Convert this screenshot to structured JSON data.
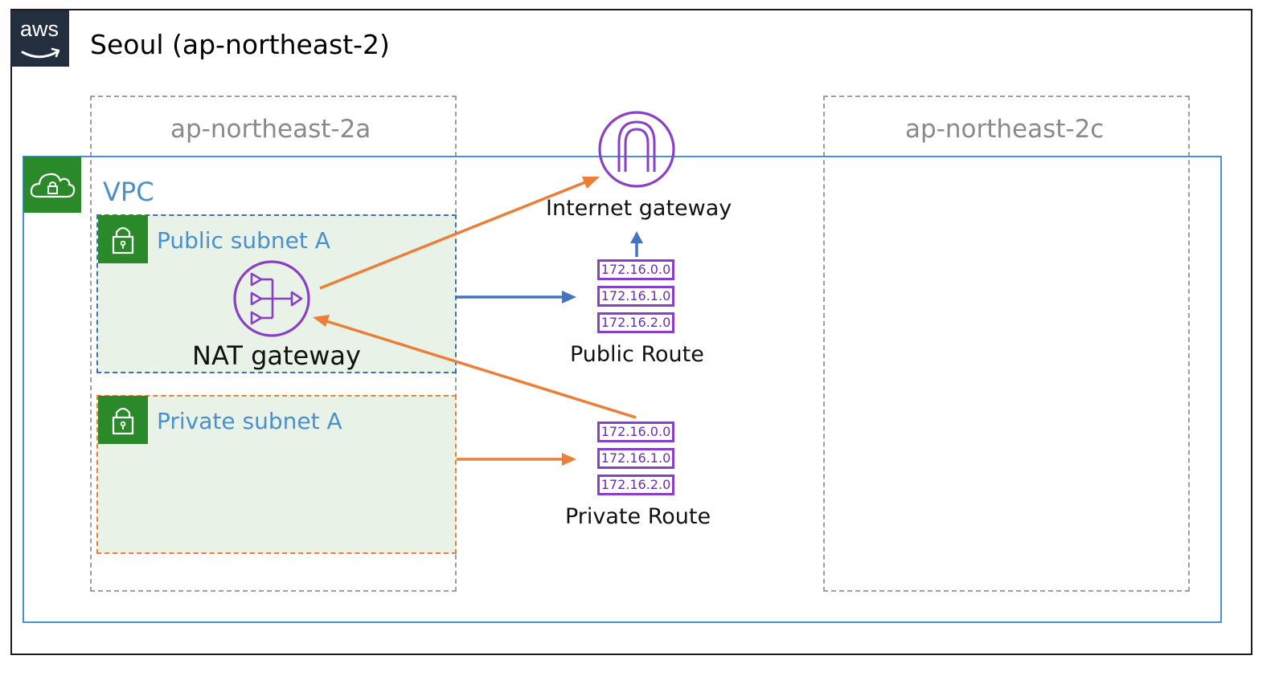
{
  "aws_logo": {
    "text": "aws",
    "icon": "aws-smile-arrow-icon",
    "background": "#232f3e"
  },
  "region": {
    "title": "Seoul (ap-northeast-2)"
  },
  "availability_zones": [
    {
      "label": "ap-northeast-2a"
    },
    {
      "label": "ap-northeast-2c"
    }
  ],
  "vpc": {
    "label": "VPC",
    "icon": "cloud-lock-icon",
    "color": "#4a8fce",
    "badge_color": "#2a8a2a"
  },
  "public_subnet": {
    "label": "Public subnet A",
    "icon": "padlock-icon",
    "border_color": "#3f6fb5",
    "fill": "#e9f2e6"
  },
  "private_subnet": {
    "label": "Private subnet A",
    "icon": "padlock-icon",
    "border_color": "#ec7e38",
    "fill": "#e9f2e6"
  },
  "nat_gateway": {
    "label": "NAT gateway",
    "icon": "nat-gateway-icon",
    "color": "#8a3fc7"
  },
  "internet_gateway": {
    "label": "Internet gateway",
    "icon": "internet-gateway-icon",
    "color": "#8a3fc7"
  },
  "public_route": {
    "label": "Public Route",
    "rows": [
      "172.16.0.0",
      "172.16.1.0",
      "172.16.2.0"
    ]
  },
  "private_route": {
    "label": "Private Route",
    "rows": [
      "172.16.0.0",
      "172.16.1.0",
      "172.16.2.0"
    ]
  },
  "colors": {
    "public_flow": "#4472c4",
    "private_flow": "#ec7e38",
    "route_table": "#8a3fc7"
  }
}
